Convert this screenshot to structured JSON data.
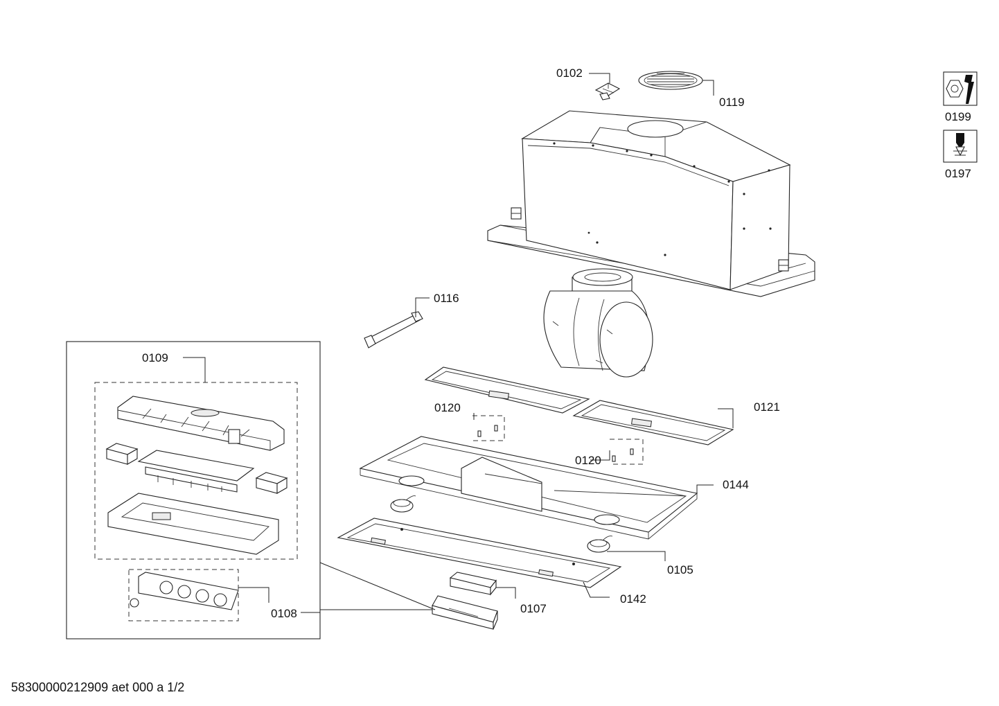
{
  "labels": {
    "p0102": "0102",
    "p0119": "0119",
    "p0116": "0116",
    "p0109": "0109",
    "p0120a": "0120",
    "p0120b": "0120",
    "p0121": "0121",
    "p0144": "0144",
    "p0105": "0105",
    "p0107": "0107",
    "p0142": "0142",
    "p0108": "0108",
    "p0199": "0199",
    "p0197": "0197"
  },
  "footer": "58300000212909 aet 000 a 1/2",
  "icons": {
    "service_tool": "nut-wrench-icon",
    "screwdriver": "screwdriver-icon"
  }
}
